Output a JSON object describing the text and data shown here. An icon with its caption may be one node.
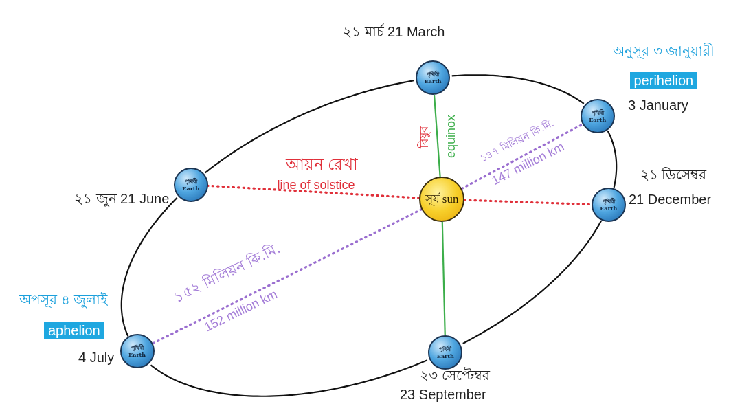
{
  "diagram": {
    "nodes": [
      {
        "text": [
          "পৃথিবী Earth"
        ],
        "beside": [
          "২১ মার্চ 21 March"
        ]
      },
      {
        "text": [
          "পৃথিবী Earth"
        ],
        "beside": [
          "অনুসূর ৩ জানুয়ারী",
          "perihelion",
          "3 January"
        ]
      },
      {
        "text": [
          "পৃথিবী Earth"
        ],
        "beside": [
          "২১ জুন 21 June"
        ]
      },
      {
        "text": [
          "সূর্য sun"
        ]
      },
      {
        "text": [
          "পৃথিবী Earth"
        ],
        "beside": [
          "২১ ডিসেম্বর",
          "21 December"
        ]
      },
      {
        "text": [
          "পৃথিবী Earth"
        ],
        "beside": [
          "২৩ সেপ্টেম্বর",
          "23 September"
        ]
      },
      {
        "text": [
          "পৃথিবী Earth"
        ],
        "beside": [
          "অপসূর ৪ জুলাই",
          "aphelion",
          "4 July"
        ]
      }
    ],
    "edges": [
      {
        "from": 0,
        "to": 1,
        "arrow": "none"
      },
      {
        "from": 1,
        "to": 4,
        "arrow": "none"
      },
      {
        "from": 4,
        "to": 5,
        "arrow": "none"
      },
      {
        "from": 5,
        "to": 6,
        "arrow": "none"
      },
      {
        "from": 6,
        "to": 2,
        "arrow": "none"
      },
      {
        "from": 2,
        "to": 0,
        "arrow": "none"
      },
      {
        "from": 3,
        "to": 2,
        "arrow": "none",
        "style": "dashed",
        "color": "#e0303a"
      },
      {
        "from": 3,
        "to": 4,
        "arrow": "none",
        "style": "dashed",
        "color": "#e0303a"
      },
      {
        "from": 3,
        "to": 0,
        "arrow": "none",
        "color": "#3cae4a"
      },
      {
        "from": 3,
        "to": 5,
        "arrow": "none",
        "color": "#3cae4a"
      },
      {
        "from": 3,
        "to": 1,
        "arrow": "none",
        "style": "dashed",
        "color": "#9b6fd0"
      },
      {
        "from": 3,
        "to": 6,
        "arrow": "none",
        "style": "dashed",
        "color": "#9b6fd0"
      }
    ],
    "labels": [
      "আয়ন রেখা",
      "line of solstice",
      "বিষুব",
      "equinox",
      "১৪৭ মিলিয়ন কি.মি.",
      "147 million km",
      "১৫২ মিলিয়ন কি.মি.",
      "152 million km"
    ]
  }
}
